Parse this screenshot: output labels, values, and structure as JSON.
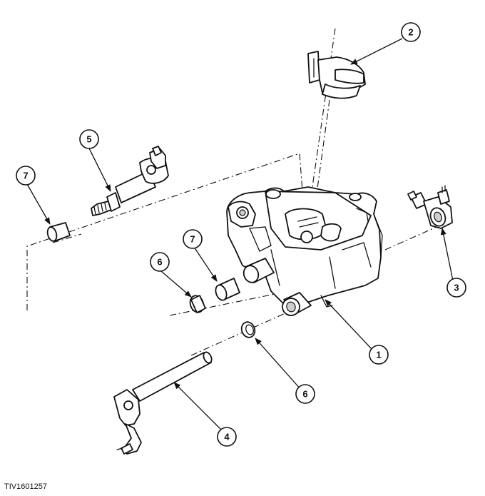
{
  "figure_id": "TIV1601257",
  "callouts": {
    "c1": "1",
    "c2": "2",
    "c3": "3",
    "c4": "4",
    "c5": "5",
    "c6a": "6",
    "c6b": "6",
    "c7a": "7",
    "c7b": "7"
  }
}
